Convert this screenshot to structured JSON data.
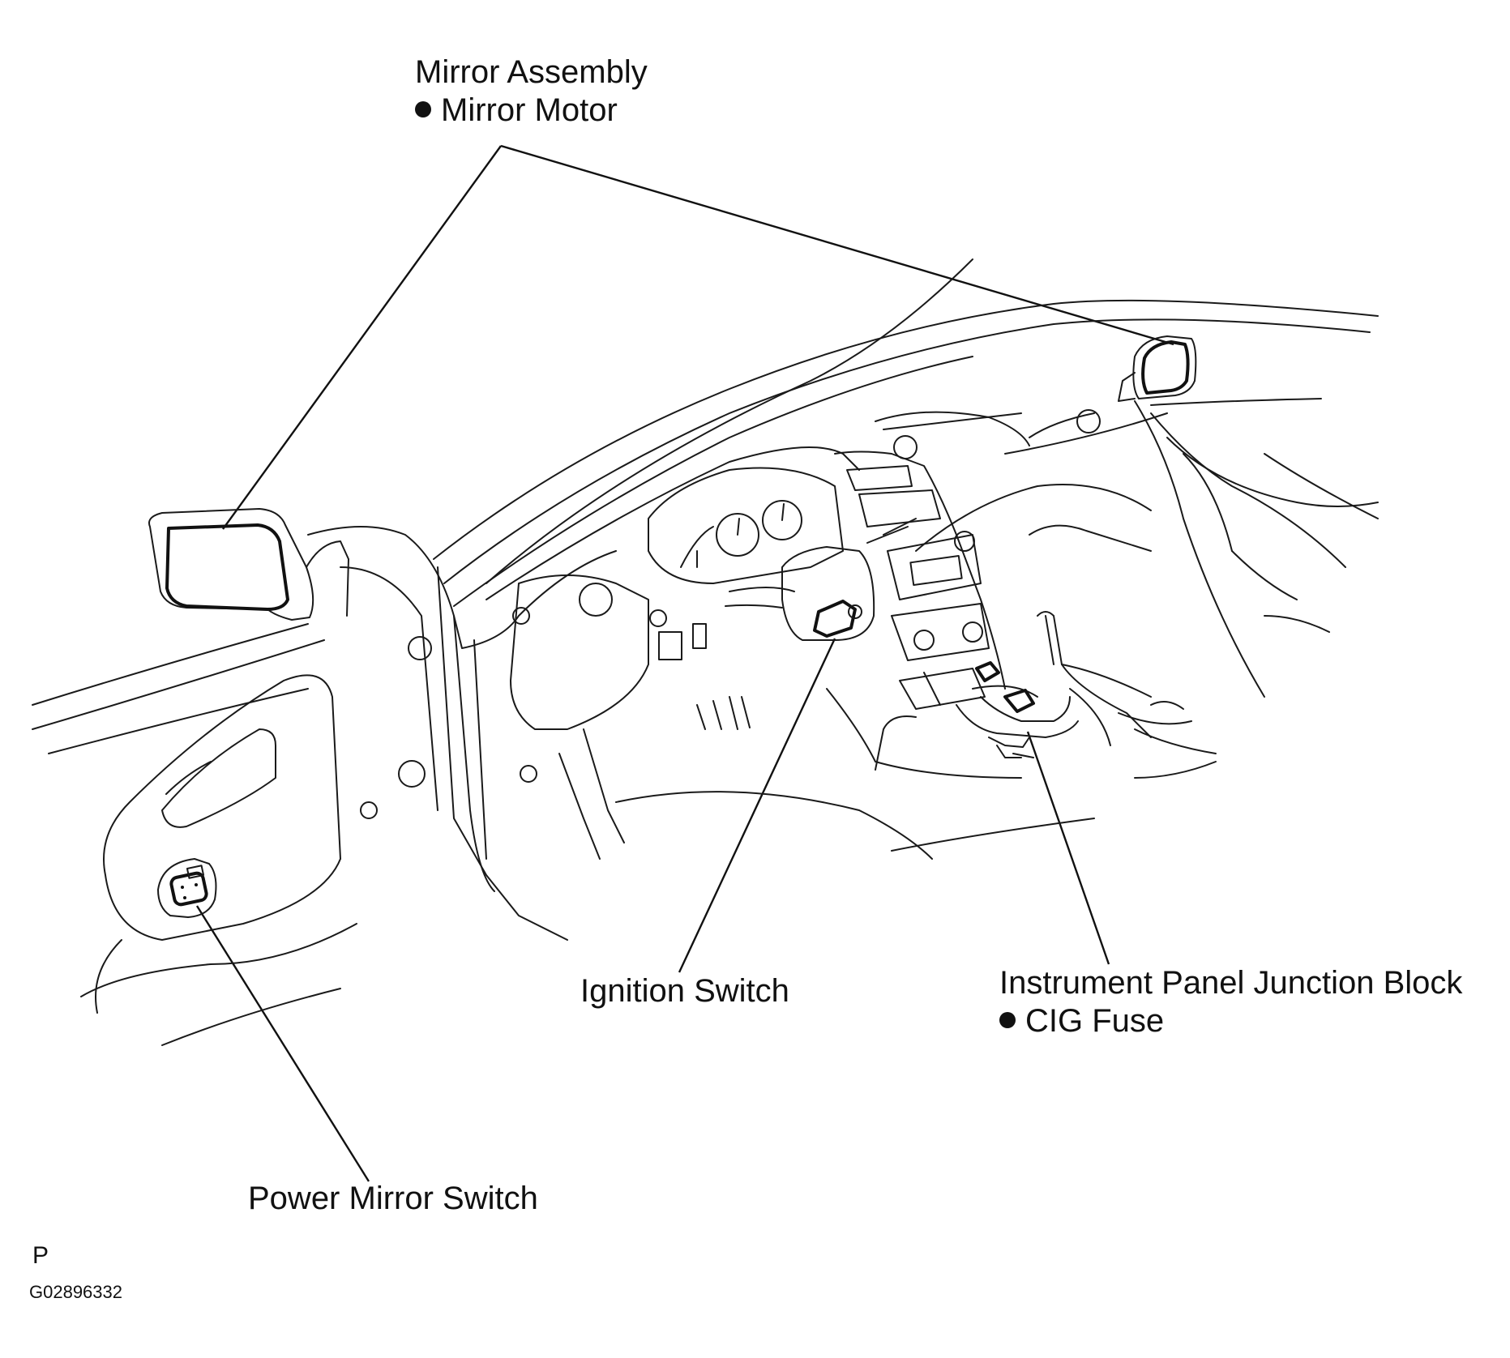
{
  "callouts": {
    "mirror_assembly": {
      "title": "Mirror Assembly",
      "bullet_item": "Mirror Motor"
    },
    "ignition_switch": {
      "title": "Ignition Switch"
    },
    "junction_block": {
      "title": "Instrument Panel Junction Block",
      "bullet_item": "CIG Fuse"
    },
    "power_mirror_switch": {
      "title": "Power Mirror Switch"
    }
  },
  "footer": {
    "view_code": "P",
    "figure_id": "G02896332"
  },
  "icons": {
    "bullet": "filled-circle"
  }
}
